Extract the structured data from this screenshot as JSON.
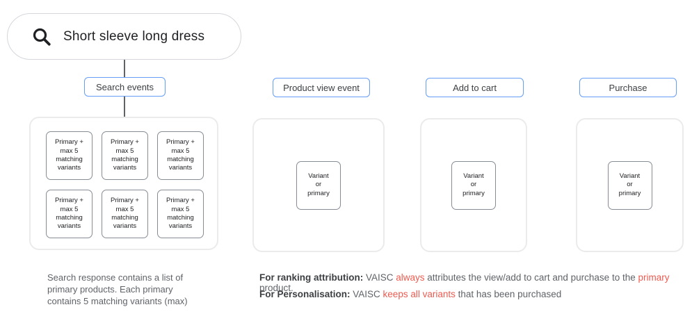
{
  "colors": {
    "accent_blue": "#669DF6",
    "highlight_red": "#EE5A4F",
    "text_dark": "#202124",
    "text_gray": "#5F6368"
  },
  "search_bar": {
    "query": "Short sleeve long dress",
    "icon": "search-icon"
  },
  "events": {
    "search": "Search events",
    "product_view": "Product view event",
    "add_to_cart": "Add to cart",
    "purchase": "Purchase"
  },
  "search_container": {
    "box_label": "Primary +\nmax 5\nmatching\nvariants"
  },
  "variant_box_label": "Variant\nor\nprimary",
  "notes": {
    "search_note": "Search response contains a list of\nprimary products. Each primary\ncontains 5 matching variants (max)",
    "ranking": {
      "label": "For ranking attribution:",
      "t1": " VAISC ",
      "red1": "always",
      "t2": " attributes the view/add to cart and purchase to the ",
      "red2": "primary",
      "t3": " product."
    },
    "personalisation": {
      "label": "For Personalisation:",
      "t1": " VAISC ",
      "red1": "keeps all variants",
      "t2": " that has been purchased"
    }
  }
}
